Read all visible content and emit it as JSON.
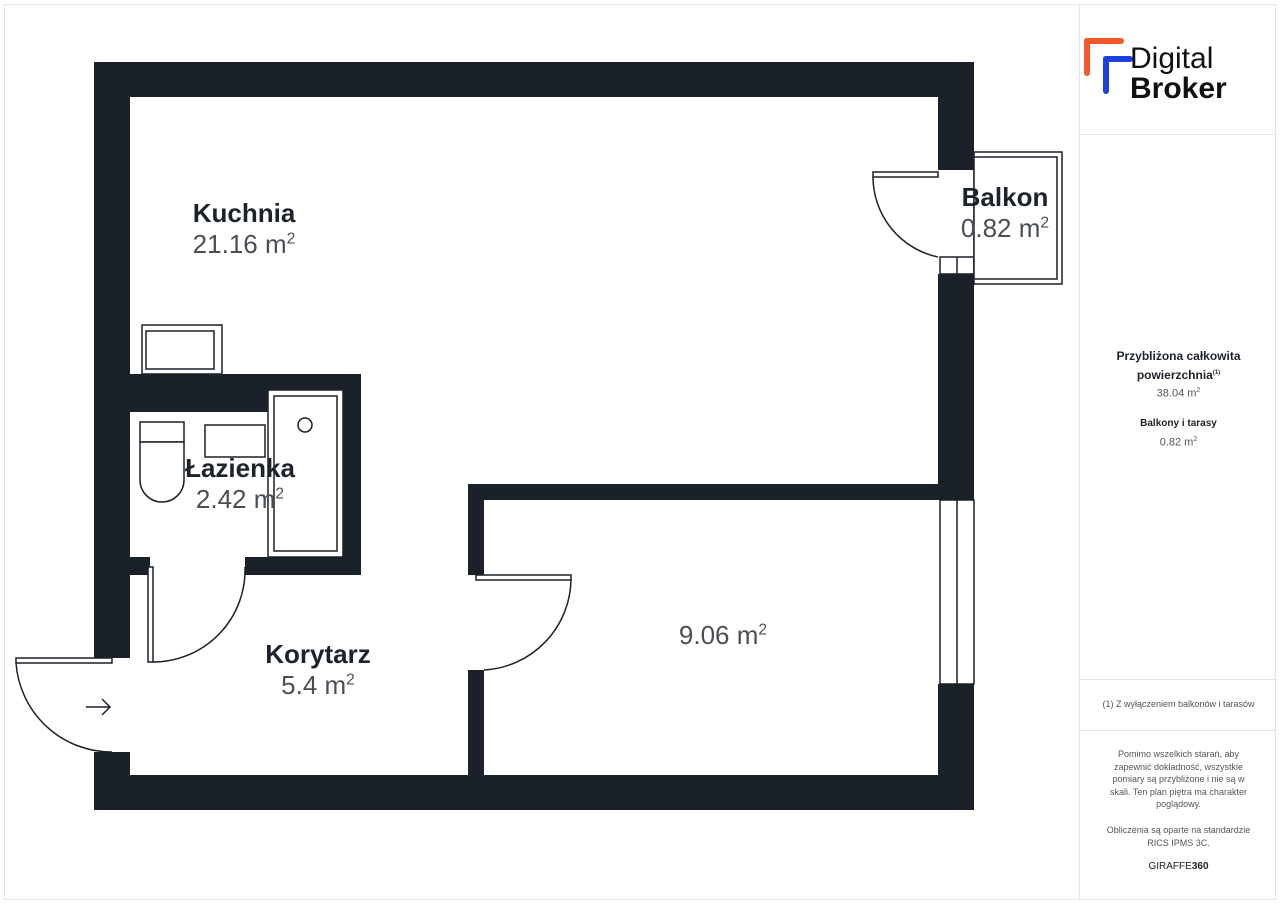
{
  "rooms": [
    {
      "name": "Kuchnia",
      "area": "21.16 m",
      "sup": "2"
    },
    {
      "name": "Balkon",
      "area": "0.82 m",
      "sup": "2"
    },
    {
      "name": "Łazienka",
      "area": "2.42 m",
      "sup": "2"
    },
    {
      "name": "Korytarz",
      "area": "5.4 m",
      "sup": "2"
    },
    {
      "name": "",
      "area": "9.06 m",
      "sup": "2"
    }
  ],
  "brand": {
    "line1": "Digital",
    "line2": "Broker",
    "colors": {
      "orange": "#f05a28",
      "blue": "#1f3fe0"
    }
  },
  "summary": {
    "total_label": "Przybliżona całkowita powierzchnia",
    "total_note": "(1)",
    "total_value": "38.04 m",
    "sup": "2",
    "balcony_label": "Balkony i tarasy",
    "balcony_value": "0.82 m"
  },
  "footnote": "(1) Z wyłączeniem balkonów i tarasów",
  "disclaimer": "Pomimo wszelkich starań, aby zapewnić dokładność, wszystkie pomiary są przybliżone i nie są w skali. Ten plan piętra ma charakter poglądowy.",
  "standard": "Obliczenia są oparte na standardzie RICS IPMS 3C.",
  "credit": {
    "a": "GIRAFFE",
    "b": "360"
  },
  "colors": {
    "wall": "#1b2129"
  }
}
